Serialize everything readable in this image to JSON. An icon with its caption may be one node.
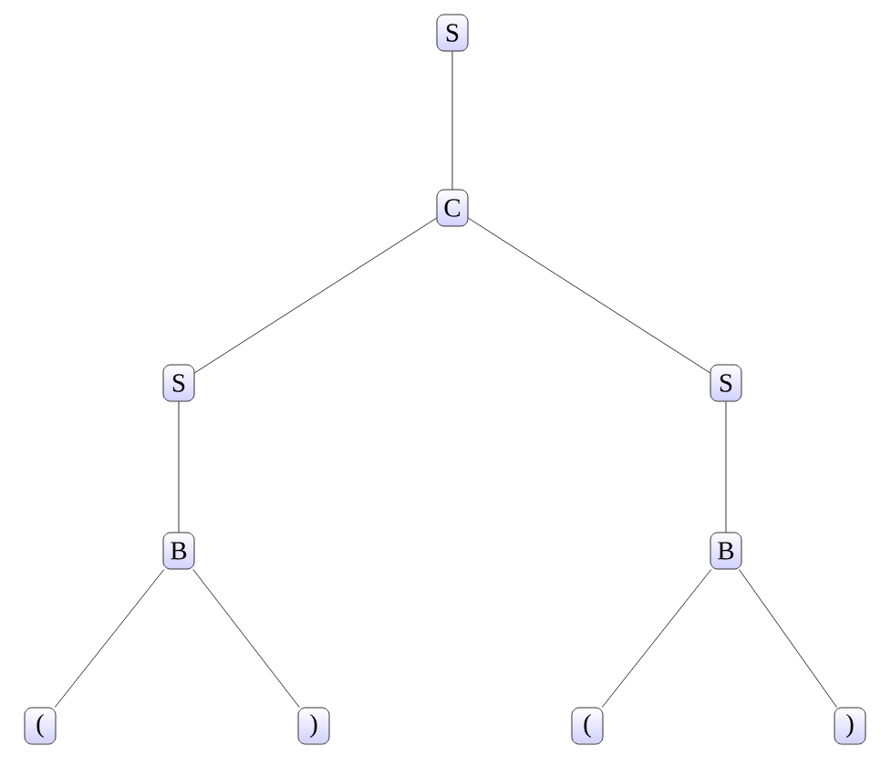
{
  "diagram": {
    "nodes": [
      {
        "text": [
          "S"
        ]
      },
      {
        "text": [
          "C"
        ]
      },
      {
        "text": [
          "S"
        ]
      },
      {
        "text": [
          "S"
        ]
      },
      {
        "text": [
          "B"
        ]
      },
      {
        "text": [
          "B"
        ]
      },
      {
        "text": [
          "("
        ]
      },
      {
        "text": [
          ")"
        ]
      },
      {
        "text": [
          "("
        ]
      },
      {
        "text": [
          ")"
        ]
      }
    ],
    "edges": [
      {
        "from": 0,
        "to": 1,
        "arrow": "none"
      },
      {
        "from": 1,
        "to": 2,
        "arrow": "none"
      },
      {
        "from": 1,
        "to": 3,
        "arrow": "none"
      },
      {
        "from": 2,
        "to": 4,
        "arrow": "none"
      },
      {
        "from": 3,
        "to": 5,
        "arrow": "none"
      },
      {
        "from": 4,
        "to": 6,
        "arrow": "none"
      },
      {
        "from": 4,
        "to": 7,
        "arrow": "none"
      },
      {
        "from": 5,
        "to": 8,
        "arrow": "none"
      },
      {
        "from": 5,
        "to": 9,
        "arrow": "none"
      }
    ]
  }
}
